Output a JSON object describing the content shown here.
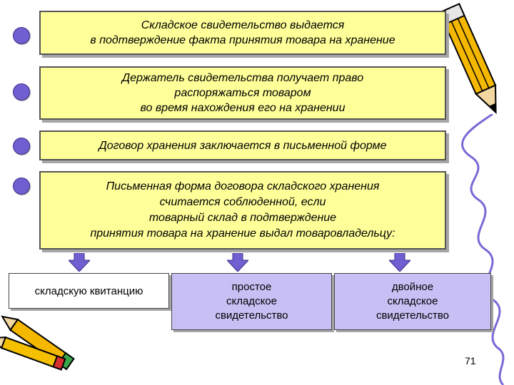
{
  "statements": [
    {
      "text": "Складское свидетельство выдается\nв подтверждение факта принятия товара на хранение"
    },
    {
      "text": "Держатель свидетельства получает право\nраспоряжаться товаром\nво время нахождения его на хранении"
    },
    {
      "text": "Договор хранения заключается в письменной форме"
    },
    {
      "text": "Письменная форма договора складского хранения\nсчитается соблюденной, если\nтоварный склад в подтверждение\nпринятия товара на хранение выдал товаровладельцу:"
    }
  ],
  "options": [
    {
      "text": "складскую квитанцию"
    },
    {
      "text": "простое\nскладское\nсвидетельство"
    },
    {
      "text": "двойное\nскладское\nсвидетельство"
    }
  ],
  "page_number": "71",
  "colors": {
    "box_fill": "#ffff99",
    "option_fill": "#c8c0f5",
    "bullet": "#6f5fd0",
    "squiggle": "#7b68d6"
  }
}
